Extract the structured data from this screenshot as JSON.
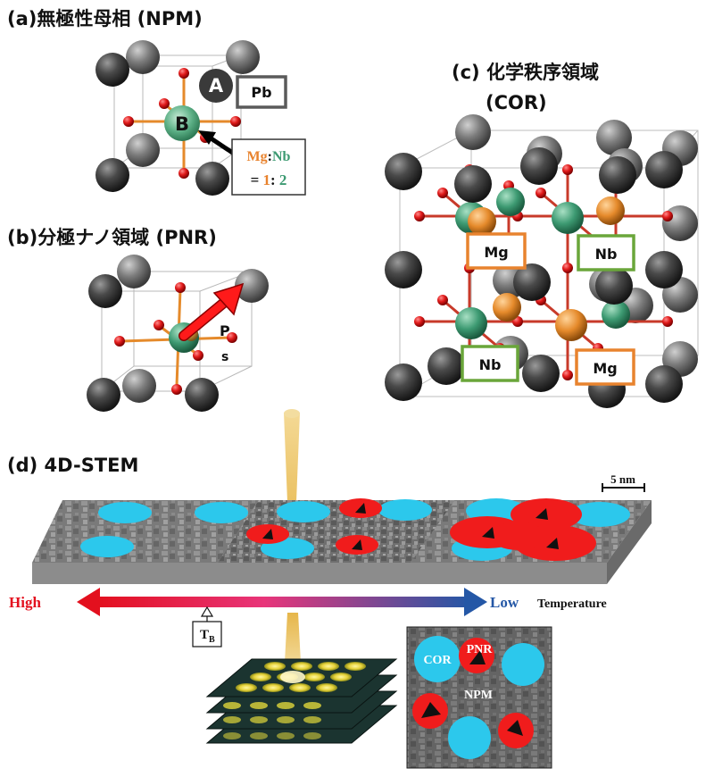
{
  "panel_a": {
    "title": "(a)無極性母相 (NPM)",
    "site_a_letter": "A",
    "site_a_label": "Pb",
    "site_b_letter": "B",
    "ratio_mg": "Mg",
    "ratio_colon": ":",
    "ratio_nb": "Nb",
    "ratio_eq": "= ",
    "ratio_one": "1",
    "ratio_colon2": ": ",
    "ratio_two": "2"
  },
  "panel_b": {
    "title": "(b)分極ナノ領域 (PNR)",
    "p_label": "P",
    "s_label": "s"
  },
  "panel_c": {
    "title_line1": "(c) 化学秩序領域",
    "title_line2": "(COR)",
    "box_mg": "Mg",
    "box_nb": "Nb"
  },
  "panel_d": {
    "title": "(d) 4D-STEM",
    "scale_bar": "5 nm",
    "high": "High",
    "low": "Low",
    "temperature": "Temperature",
    "tb_main": "T",
    "tb_sub": "B",
    "inset_cor": "COR",
    "inset_pnr": "PNR",
    "inset_npm": "NPM"
  },
  "colors": {
    "pb_atom": "#4a4a4a",
    "mg_atom": "#e58a2b",
    "nb_atom": "#3d9a72",
    "oxygen": "#e01a1a",
    "mg_box": "#e8832e",
    "nb_box": "#6aa63a",
    "cor_domain": "#2cc8ec",
    "pnr_domain": "#f01c1c",
    "high": "#e3101e",
    "low": "#2457a6"
  }
}
